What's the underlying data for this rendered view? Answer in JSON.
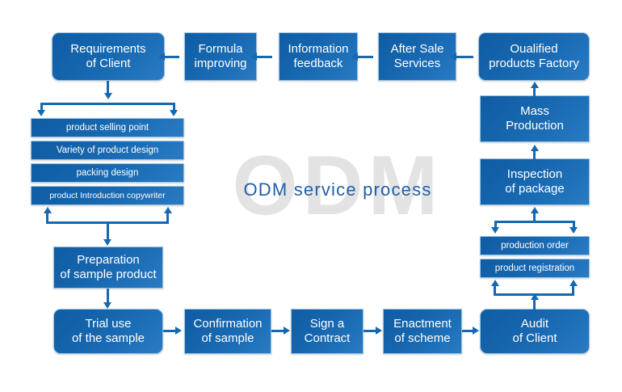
{
  "diagram": {
    "title": "ODM service process",
    "watermark": "ODM",
    "accent_color": "#1668b0",
    "box_color": "#1565ad",
    "title_color": "#1f5fa9",
    "watermark_color": "#e3e3e3",
    "background": "#ffffff"
  },
  "nodes": {
    "requirements_of_client": "Requirements\nof Client",
    "formula_improving": "Formula\nimproving",
    "information_feedback": "Information\nfeedback",
    "after_sale_services": "After Sale\nServices",
    "qualified_products_factory": "Oualified\nproducts Factory",
    "mass_production": "Mass\nProduction",
    "inspection_of_package": "Inspection\nof package",
    "production_order": "production order",
    "product_registration": "product registration",
    "audit_of_client": "Audit\nof Client",
    "enactment_of_scheme": "Enactment\nof scheme",
    "sign_a_contract": "Sign a\nContract",
    "confirmation_of_sample": "Confirmation\nof sample",
    "trial_use_of_the_sample": "Trial use\nof the sample",
    "preparation_of_sample_product": "Preparation\nof sample product",
    "product_selling_point": "product selling point",
    "variety_of_product_design": "Variety of product design",
    "packing_design": "packing design",
    "product_introduction_copywriter": "product Introduction copywriter"
  }
}
